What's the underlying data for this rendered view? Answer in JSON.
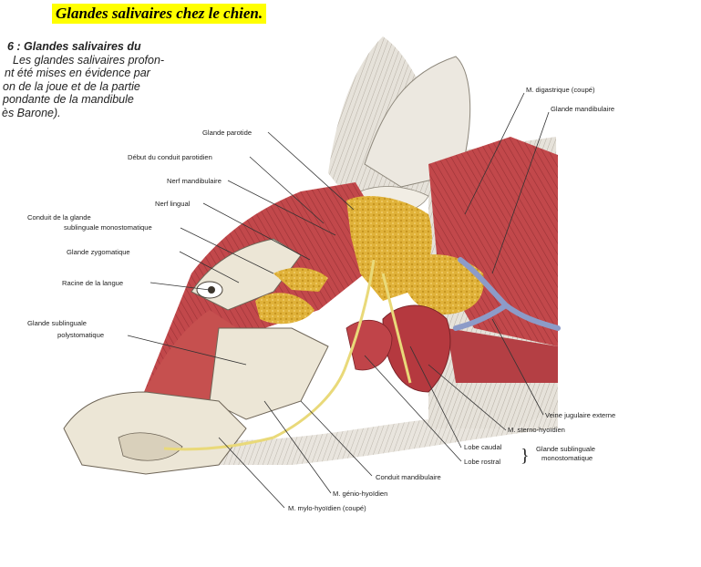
{
  "title": "Glandes salivaires chez le chien.",
  "caption_lines": [
    "6 : Glandes salivaires du",
    "Les glandes salivaires profon-",
    "nt été mises en évidence par",
    "on de la joue et de la partie",
    "pondante de la mandibule",
    "ès Barone)."
  ],
  "labels": {
    "glande_parotide": "Glande parotide",
    "debut_conduit": "Début du conduit parotidien",
    "nerf_mandibulaire": "Nerf mandibulaire",
    "nerf_lingual": "Nerf lingual",
    "conduit_glande_1": "Conduit de la glande",
    "conduit_glande_2": "sublinguale monostomatique",
    "glande_zygomatique": "Glande zygomatique",
    "racine_langue": "Racine de la langue",
    "glande_poly_1": "Glande sublinguale",
    "glande_poly_2": "polystomatique",
    "m_digastrique": "M. digastrique (coupé)",
    "glande_mandibulaire": "Glande mandibulaire",
    "veine_jugulaire": "Veine jugulaire externe",
    "m_sterno": "M. sterno-hyoïdien",
    "lobe_caudal": "Lobe caudal",
    "lobe_rostral": "Lobe rostral",
    "glande_mono_1": "Glande sublinguale",
    "glande_mono_2": "monostomatique",
    "conduit_mandibulaire": "Conduit mandibulaire",
    "m_genio": "M. génio-hyoïdien",
    "m_mylo": "M. mylo-hyoïdien (coupé)"
  },
  "colors": {
    "title_bg": "#ffff00",
    "muscle": "#c0474a",
    "muscle_dark": "#8e2a2e",
    "gland": "#e0b23a",
    "vein": "#8c9bc8",
    "nerve": "#e9d979",
    "bone": "#ece6d6",
    "fur": "#d8d4cc"
  }
}
